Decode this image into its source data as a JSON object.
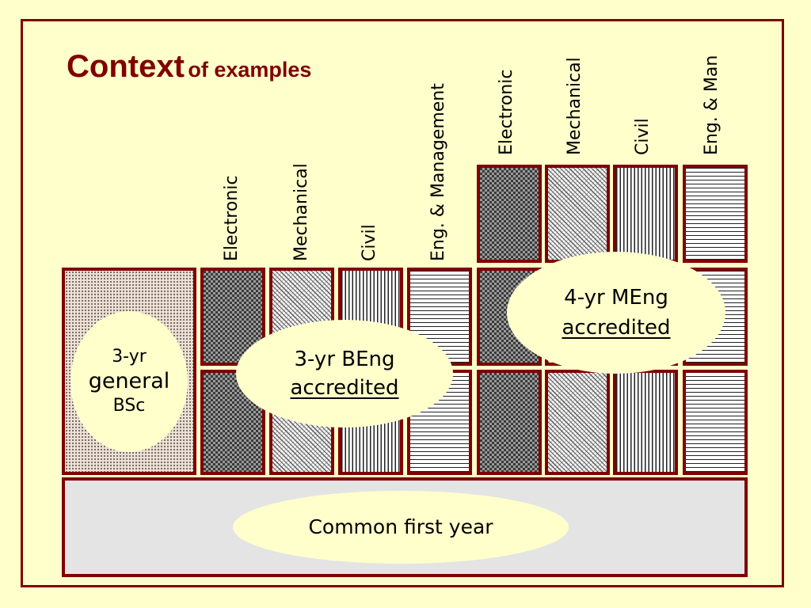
{
  "title": {
    "main": "Context",
    "sub": "of examples"
  },
  "beng_labels": [
    "Electronic",
    "Mechanical",
    "Civil",
    "Eng. & Management"
  ],
  "meng_labels": [
    "Electronic",
    "Mechanical",
    "Civil",
    "Eng. & Man"
  ],
  "bsc": {
    "line1": "3-yr",
    "line2": "general",
    "line3": "BSc"
  },
  "beng": {
    "line1": "3-yr BEng",
    "line2": "accredited"
  },
  "meng": {
    "line1": "4-yr MEng",
    "line2": "accredited"
  },
  "common": {
    "label": "Common first year"
  },
  "colors": {
    "border": "#800000",
    "background": "#FFFFCC",
    "title": "#800000",
    "common_bar": "#E4E4E4"
  },
  "patterns": [
    "dots",
    "checker",
    "diagonal",
    "vertical",
    "horizontal"
  ]
}
